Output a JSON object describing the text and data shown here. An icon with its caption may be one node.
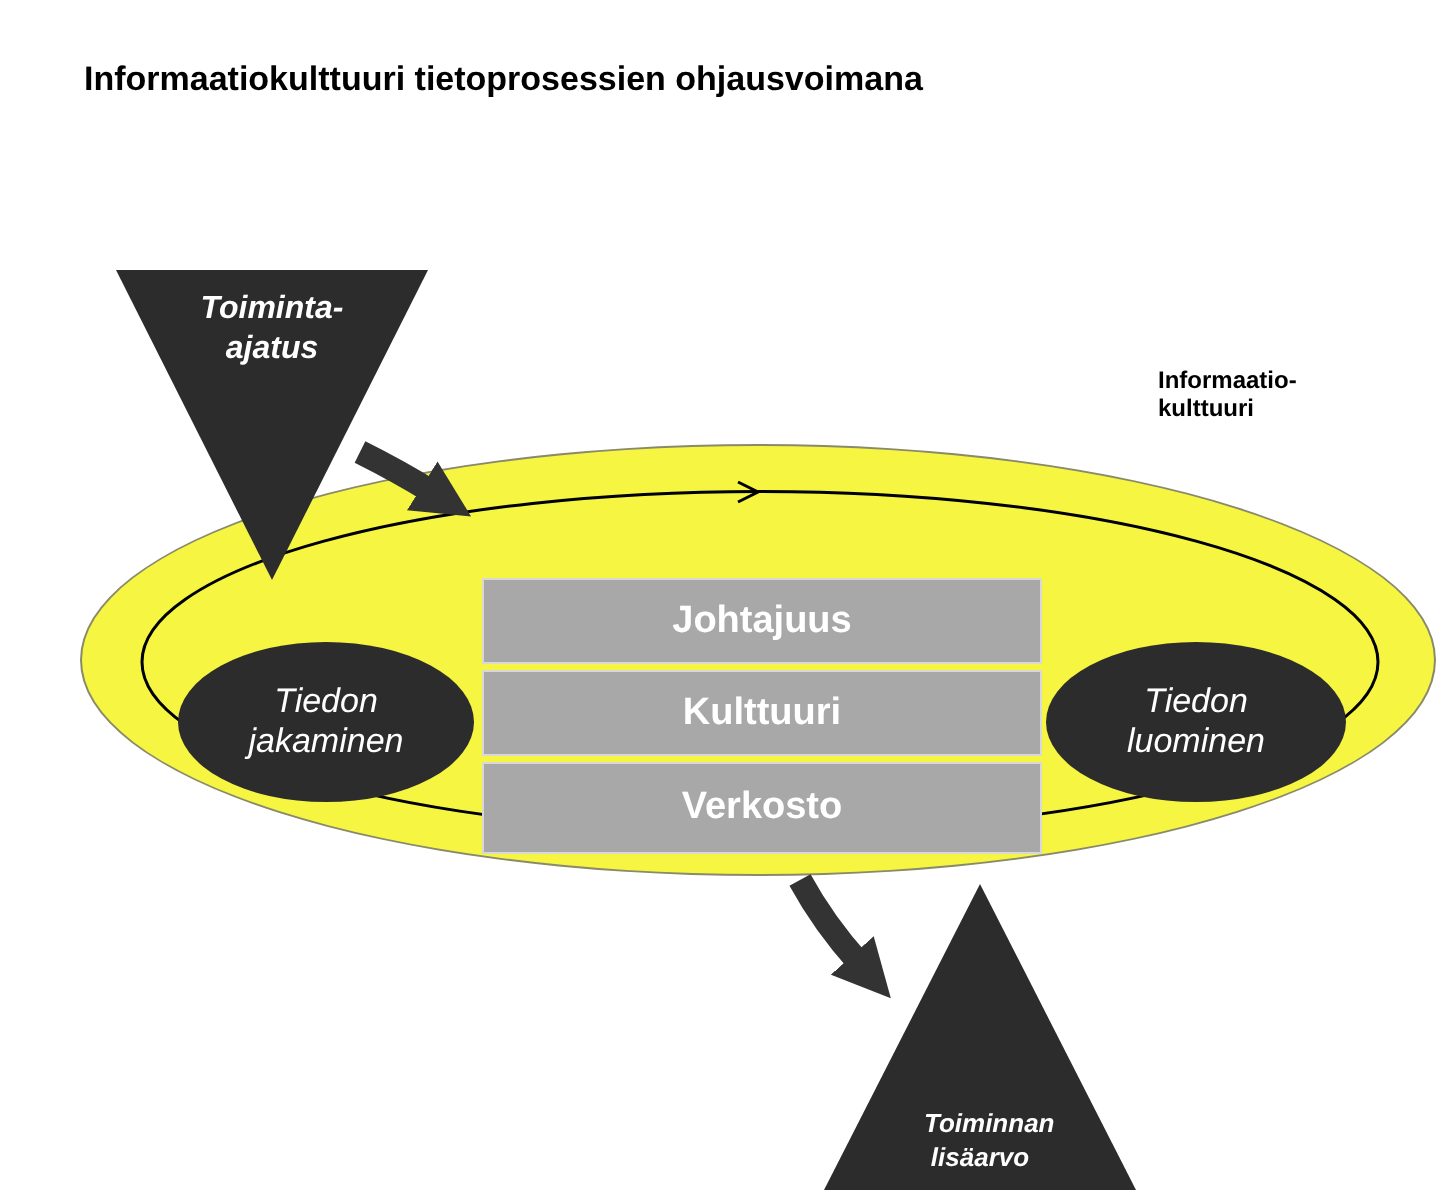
{
  "diagram": {
    "title": "Informaatiokulttuuri tietoprosessien ohjausvoimana",
    "nodes": [
      {
        "text": [
          "Informaatio- kulttuuri"
        ]
      },
      {
        "text": [
          "Toiminta- ajatus"
        ]
      },
      {
        "text": [
          "Johtajuus"
        ],
        "in": 0
      },
      {
        "text": [
          "Kulttuuri"
        ],
        "in": 0
      },
      {
        "text": [
          "Verkosto"
        ],
        "in": 0
      },
      {
        "text": [
          "Tiedon jakaminen"
        ],
        "in": 0
      },
      {
        "text": [
          "Tiedon luominen"
        ],
        "in": 0
      },
      {
        "text": [
          "Toiminnan lisäarvo"
        ]
      }
    ],
    "edges": [
      {
        "from": 1,
        "to": 0,
        "arrow": "to"
      },
      {
        "from": 0,
        "to": 7,
        "arrow": "to"
      }
    ]
  }
}
